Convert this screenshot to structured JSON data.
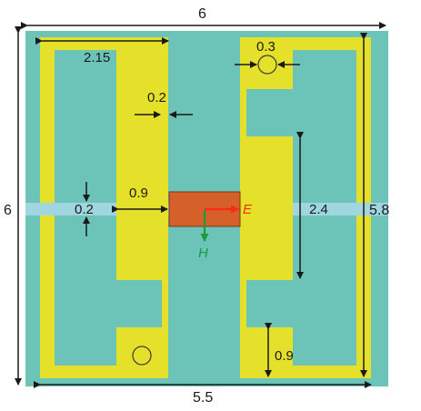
{
  "dimensions": {
    "outer_width": "6",
    "outer_height": "6",
    "inner_height": "5.8",
    "bottom_width": "5.5",
    "top_arm_length": "2.15",
    "circle_gap": "0.3",
    "notch_gap": "0.2",
    "strip_gap": "0.2",
    "feed_offset": "0.9",
    "center_length": "2.4",
    "bottom_gap": "0.9"
  },
  "fields": {
    "electric": "E",
    "magnetic": "H"
  },
  "colors": {
    "substrate": "#6cc3b8",
    "metal": "#e5e12b",
    "strip": "#9fd6e0",
    "feed": "#d5602a",
    "electric": "#ff2a12",
    "magnetic": "#1c9a3c",
    "annotation": "#1a1a1a"
  }
}
